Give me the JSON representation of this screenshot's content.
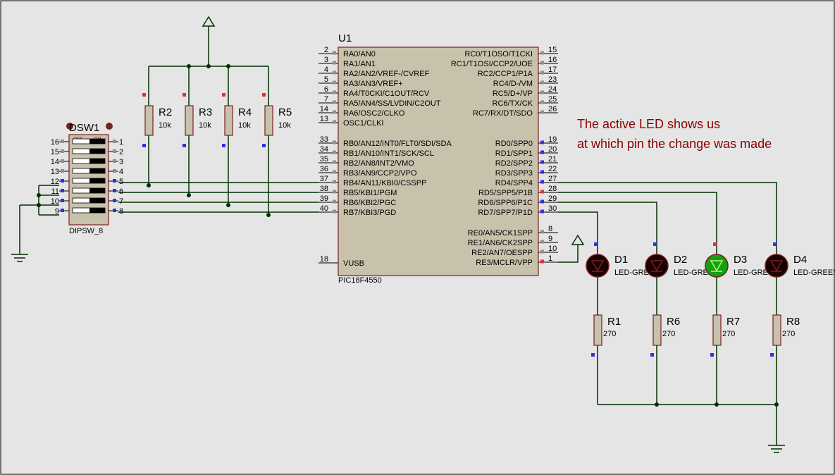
{
  "colors": {
    "background": "#e5e5e5",
    "wire": "#003000",
    "body_fill": "#c8c1ac",
    "body_stroke": "#7a2020",
    "pin_red": "#e53030",
    "pin_blue": "#3030e5",
    "pin_gray": "#909090",
    "led_off": "#1a0000",
    "led_on": "#15a015",
    "note_text": "#8b0000"
  },
  "mcu": {
    "ref": "U1",
    "part": "PIC18F4550",
    "left_pins": [
      {
        "num": "2",
        "name": "RA0/AN0"
      },
      {
        "num": "3",
        "name": "RA1/AN1"
      },
      {
        "num": "4",
        "name": "RA2/AN2/VREF-/CVREF"
      },
      {
        "num": "5",
        "name": "RA3/AN3/VREF+"
      },
      {
        "num": "6",
        "name": "RA4/T0CKI/C1OUT/RCV"
      },
      {
        "num": "7",
        "name": "RA5/AN4/SS/LVDIN/C2OUT"
      },
      {
        "num": "14",
        "name": "RA6/OSC2/CLKO"
      },
      {
        "num": "13",
        "name": "OSC1/CLKI"
      },
      {
        "num": "33",
        "name": "RB0/AN12/INT0/FLT0/SDI/SDA"
      },
      {
        "num": "34",
        "name": "RB1/AN10/INT1/SCK/SCL"
      },
      {
        "num": "35",
        "name": "RB2/AN8/INT2/VMO"
      },
      {
        "num": "36",
        "name": "RB3/AN9/CCP2/VPO"
      },
      {
        "num": "37",
        "name": "RB4/AN11/KBI0/CSSPP"
      },
      {
        "num": "38",
        "name": "RB5/KBI1/PGM"
      },
      {
        "num": "39",
        "name": "RB6/KBI2/PGC"
      },
      {
        "num": "40",
        "name": "RB7/KBI3/PGD"
      },
      {
        "num": "18",
        "name": "VUSB"
      }
    ],
    "right_pins": [
      {
        "num": "15",
        "name": "RC0/T1OSO/T1CKI"
      },
      {
        "num": "16",
        "name": "RC1/T1OSI/CCP2/UOE"
      },
      {
        "num": "17",
        "name": "RC2/CCP1/P1A"
      },
      {
        "num": "23",
        "name": "RC4/D-/VM"
      },
      {
        "num": "24",
        "name": "RC5/D+/VP"
      },
      {
        "num": "25",
        "name": "RC6/TX/CK"
      },
      {
        "num": "26",
        "name": "RC7/RX/DT/SDO"
      },
      {
        "num": "19",
        "name": "RD0/SPP0"
      },
      {
        "num": "20",
        "name": "RD1/SPP1"
      },
      {
        "num": "21",
        "name": "RD2/SPP2"
      },
      {
        "num": "22",
        "name": "RD3/SPP3"
      },
      {
        "num": "27",
        "name": "RD4/SPP4"
      },
      {
        "num": "28",
        "name": "RD5/SPP5/P1B"
      },
      {
        "num": "29",
        "name": "RD6/SPP6/P1C"
      },
      {
        "num": "30",
        "name": "RD7/SPP7/P1D"
      },
      {
        "num": "8",
        "name": "RE0/AN5/CK1SPP"
      },
      {
        "num": "9",
        "name": "RE1/AN6/CK2SPP"
      },
      {
        "num": "10",
        "name": "RE2/AN7/OESPP"
      },
      {
        "num": "1",
        "name": "RE3/MCLR/VPP"
      }
    ]
  },
  "dipswitch": {
    "ref": "DSW1",
    "part": "DIPSW_8",
    "off_label": "OFF",
    "on_label": "ON",
    "left_pins": [
      "16",
      "15",
      "14",
      "13",
      "12",
      "11",
      "10",
      "9"
    ],
    "right_pins": [
      "1",
      "2",
      "3",
      "4",
      "5",
      "6",
      "7",
      "8"
    ]
  },
  "pullups": [
    {
      "ref": "R2",
      "value": "10k"
    },
    {
      "ref": "R3",
      "value": "10k"
    },
    {
      "ref": "R4",
      "value": "10k"
    },
    {
      "ref": "R5",
      "value": "10k"
    }
  ],
  "leds": [
    {
      "ref": "D1",
      "part": "LED-GREEN",
      "lit": false
    },
    {
      "ref": "D2",
      "part": "LED-GREEN",
      "lit": false
    },
    {
      "ref": "D3",
      "part": "LED-GREEN",
      "lit": true
    },
    {
      "ref": "D4",
      "part": "LED-GREEN",
      "lit": false
    }
  ],
  "led_resistors": [
    {
      "ref": "R1",
      "value": "270"
    },
    {
      "ref": "R6",
      "value": "270"
    },
    {
      "ref": "R7",
      "value": "270"
    },
    {
      "ref": "R8",
      "value": "270"
    }
  ],
  "note": {
    "line1": "The active LED shows us",
    "line2": "at which pin the change was made"
  }
}
